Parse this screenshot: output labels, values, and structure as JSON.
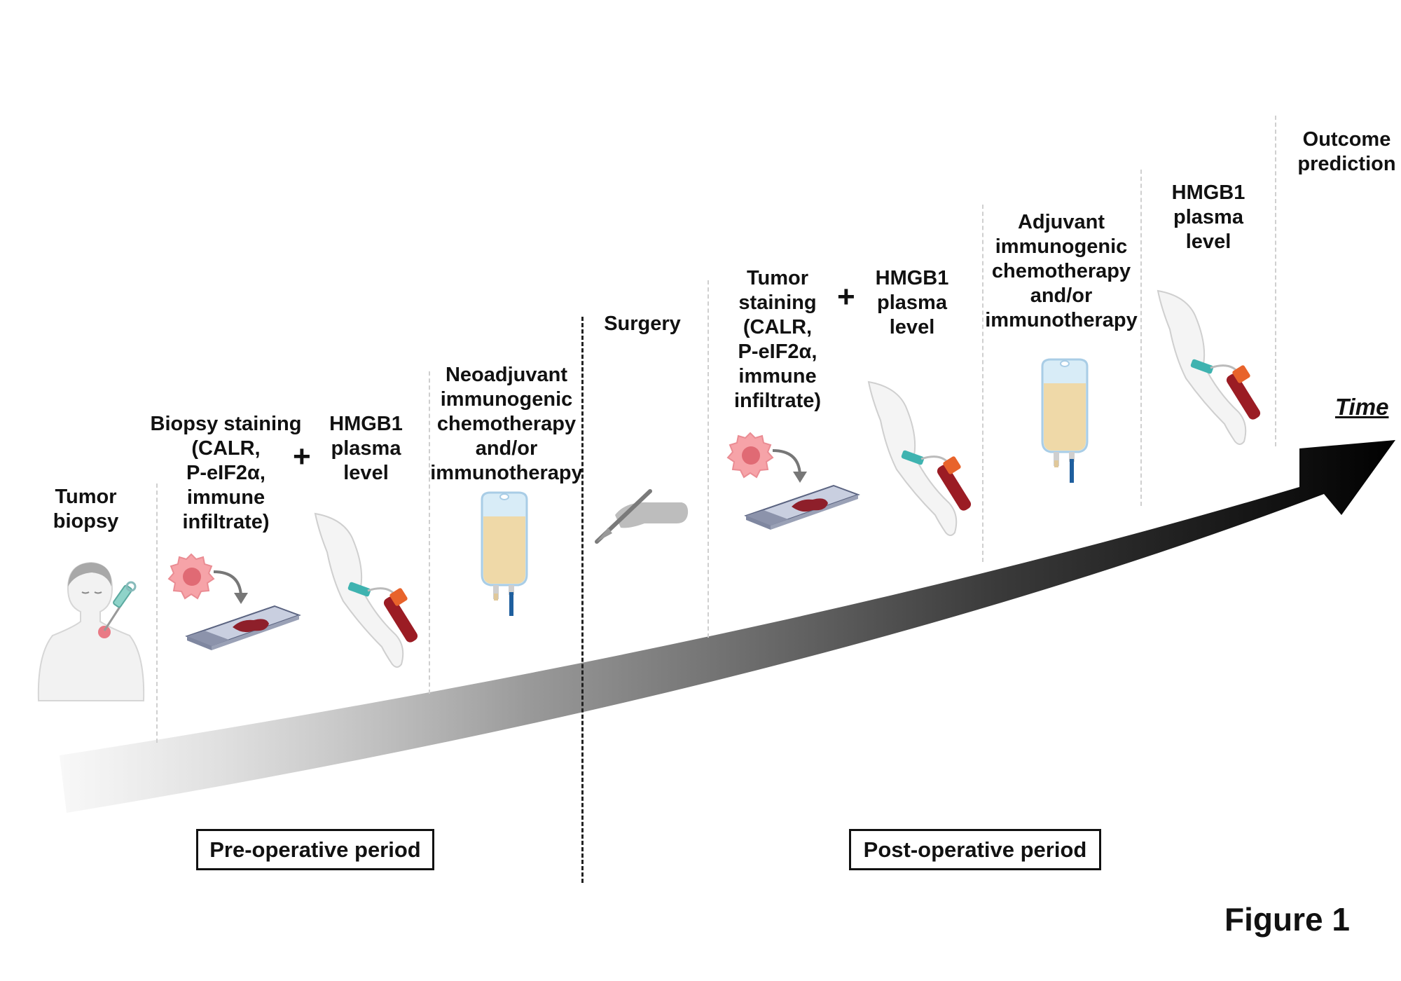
{
  "steps": {
    "tumor_biopsy": "Tumor\nbiopsy",
    "biopsy_staining": "Biopsy staining\n(CALR,\nP-eIF2α,\nimmune\ninfiltrate)",
    "hmgb1_pre": "HMGB1\nplasma\nlevel",
    "neoadjuvant": "Neoadjuvant\nimmunogenic\nchemotherapy\nand/or\nimmunotherapy",
    "surgery": "Surgery",
    "tumor_staining": "Tumor\nstaining\n(CALR,\nP-eIF2α,\nimmune\ninfiltrate)",
    "hmgb1_post": "HMGB1\nplasma\nlevel",
    "adjuvant": "Adjuvant\nimmunogenic\nchemotherapy\nand/or\nimmunotherapy",
    "hmgb1_late": "HMGB1\nplasma\nlevel",
    "outcome": "Outcome\nprediction"
  },
  "plus_sign": "+",
  "periods": {
    "pre": "Pre-operative period",
    "post": "Post-operative period"
  },
  "axis_label": "Time",
  "figure_label": "Figure 1",
  "icons": {
    "patient": "patient-biopsy-icon",
    "tumor_cell": "tumor-cell-icon",
    "slide": "microscope-slide-icon",
    "arm_blood": "arm-blood-draw-icon",
    "iv_bag": "iv-bag-icon",
    "scalpel": "scalpel-hand-icon"
  },
  "colors": {
    "arrow_start": "#f2f2f2",
    "arrow_end": "#000000",
    "tumor": "#f29aa0",
    "blood": "#9b1c24",
    "iv_fluid": "#efd9a8",
    "tube_cap": "#e8632b",
    "cannula": "#3fb3b0"
  }
}
